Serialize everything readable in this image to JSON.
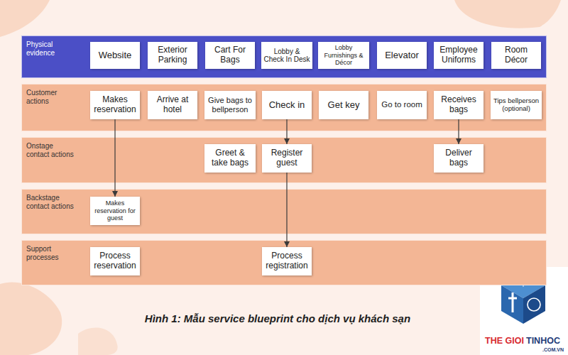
{
  "diagram": {
    "caption": "Hình 1: Mẫu service blueprint cho dịch vụ khách sạn",
    "nodes": [
      {
        "text": [
          "Physical evidence"
        ]
      },
      {
        "text": [
          "Website"
        ],
        "in": 0
      },
      {
        "text": [
          "Exterior Parking"
        ],
        "in": 0
      },
      {
        "text": [
          "Cart For Bags"
        ],
        "in": 0
      },
      {
        "text": [
          "Lobby & Check In Desk"
        ],
        "in": 0
      },
      {
        "text": [
          "Lobby Furnishings & Décor"
        ],
        "in": 0
      },
      {
        "text": [
          "Elevator"
        ],
        "in": 0
      },
      {
        "text": [
          "Employee Uniforms"
        ],
        "in": 0
      },
      {
        "text": [
          "Room Décor"
        ],
        "in": 0
      },
      {
        "text": [
          "Customer actions"
        ]
      },
      {
        "text": [
          "Makes reservation"
        ],
        "in": 9
      },
      {
        "text": [
          "Arrive at hotel"
        ],
        "in": 9
      },
      {
        "text": [
          "Give bags to bellperson"
        ],
        "in": 9
      },
      {
        "text": [
          "Check in"
        ],
        "in": 9
      },
      {
        "text": [
          "Get key"
        ],
        "in": 9
      },
      {
        "text": [
          "Go to room"
        ],
        "in": 9
      },
      {
        "text": [
          "Receives bags"
        ],
        "in": 9
      },
      {
        "text": [
          "Tips bellperson (optional)"
        ],
        "in": 9
      },
      {
        "text": [
          "Onstage contact actions"
        ]
      },
      {
        "text": [
          "Greet & take bags"
        ],
        "in": 18
      },
      {
        "text": [
          "Register guest"
        ],
        "in": 18
      },
      {
        "text": [
          "Deliver bags"
        ],
        "in": 18
      },
      {
        "text": [
          "Backstage contact actions"
        ]
      },
      {
        "text": [
          "Makes reservation for guest"
        ],
        "in": 22
      },
      {
        "text": [
          "Support processes"
        ]
      },
      {
        "text": [
          "Process reservation"
        ],
        "in": 24
      },
      {
        "text": [
          "Process registration"
        ],
        "in": 24
      }
    ],
    "edges": [
      {
        "from": 10,
        "to": 23,
        "arrow": "to"
      },
      {
        "from": 13,
        "to": 20,
        "arrow": "to"
      },
      {
        "from": 20,
        "to": 26,
        "arrow": "to"
      },
      {
        "from": 16,
        "to": 21,
        "arrow": "to"
      }
    ],
    "labels": [
      "THE GIOI",
      "TINHOC",
      ".COM.VN"
    ]
  }
}
